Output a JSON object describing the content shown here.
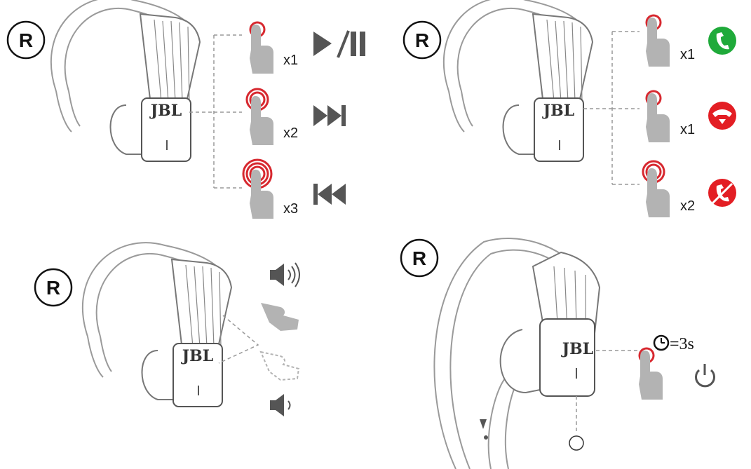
{
  "side_label": "R",
  "brand": "JBL",
  "panel_play": {
    "taps": [
      "x1",
      "x2",
      "x3"
    ],
    "icons": [
      "play-pause-icon",
      "next-track-icon",
      "previous-track-icon"
    ]
  },
  "panel_call": {
    "taps": [
      "x1",
      "x1",
      "x2"
    ],
    "icons": [
      "answer-call-icon",
      "end-call-icon",
      "reject-call-icon"
    ],
    "colors": {
      "green": "#1faa3a",
      "red": "#e31e24"
    }
  },
  "panel_volume": {
    "icons": [
      "volume-up-icon",
      "swipe-hand-icon",
      "volume-down-icon"
    ]
  },
  "panel_power": {
    "hold": "=3s",
    "icons": [
      "clock-icon",
      "power-icon"
    ]
  },
  "colors": {
    "accent": "#d7282f",
    "hand": "#b3b3b3",
    "line": "#999999",
    "icon": "#555555"
  }
}
